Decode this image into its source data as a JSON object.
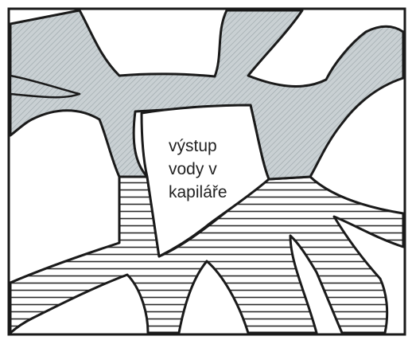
{
  "label": {
    "lines": [
      "výstup",
      "vody v",
      "kapiláře"
    ]
  },
  "colors": {
    "stroke": "#1a1a1a",
    "gray_fill": "#c9d0d3",
    "stripe": "#2a2a2a",
    "paper": "#ffffff"
  }
}
